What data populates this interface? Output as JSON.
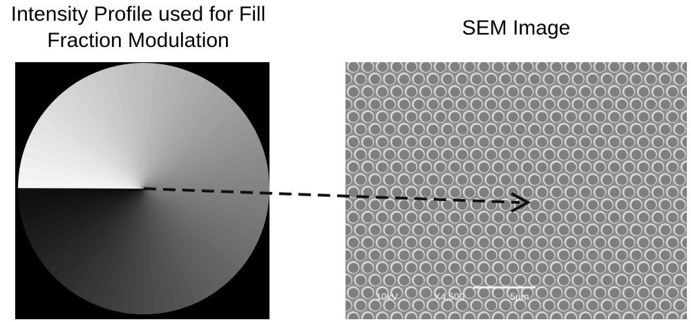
{
  "left_panel": {
    "title_line1": "Intensity Profile used for Fill",
    "title_line2": "Fraction Modulation"
  },
  "right_panel": {
    "title": "SEM Image",
    "scale_bar": {
      "voltage": "10kV",
      "magnification": "X4,500",
      "length": "5μm"
    }
  },
  "colors": {
    "background": "#ffffff",
    "panel_black": "#000000",
    "sem_gray": "#8d8d8d",
    "sem_hole": "#7f7f7f",
    "sem_rim": "#d6d6d6",
    "arrow": "#111111"
  }
}
